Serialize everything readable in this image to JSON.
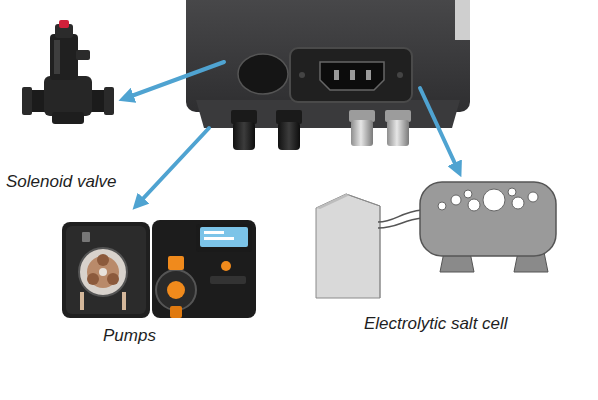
{
  "diagram": {
    "labels": [
      "Solenoid valve",
      "Pumps",
      "Electrolytic salt cell"
    ]
  }
}
